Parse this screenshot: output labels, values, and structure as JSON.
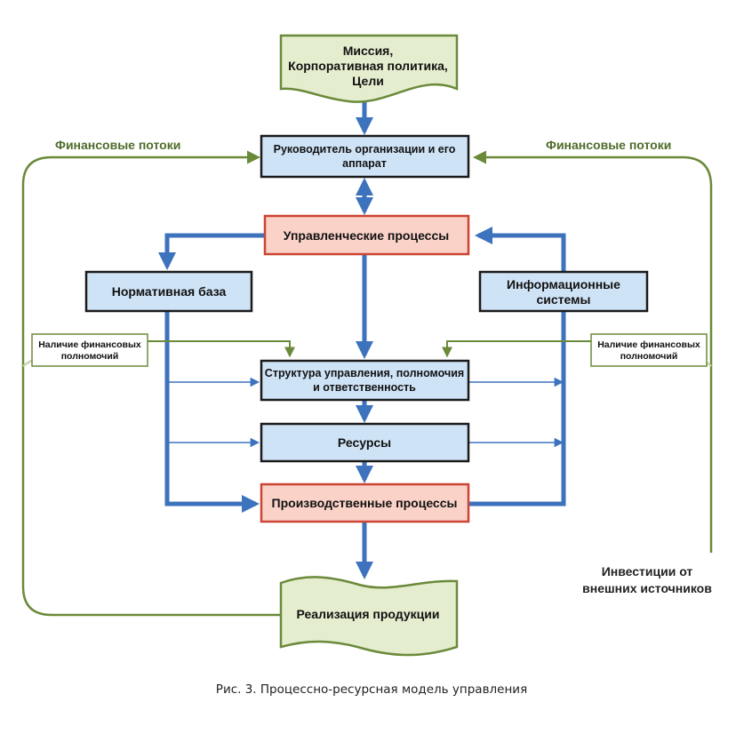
{
  "nodes": {
    "mission": [
      "Миссия,",
      "Корпоративная политика,",
      "Цели"
    ],
    "head": [
      "Руководитель организации и его",
      "аппарат"
    ],
    "management": [
      "Управленческие процессы"
    ],
    "regulatory": [
      "Нормативная база"
    ],
    "info_systems": [
      "Информационные",
      "системы"
    ],
    "structure": [
      "Структура управления, полномочия",
      "и ответственность"
    ],
    "resources": [
      "Ресурсы"
    ],
    "production": [
      "Производственные процессы"
    ],
    "realization": [
      "Реализация продукции"
    ],
    "fin_authority_left": [
      "Наличие финансовых",
      "полномочий"
    ],
    "fin_authority_right": [
      "Наличие финансовых",
      "полномочий"
    ]
  },
  "labels": {
    "fin_flows_left": "Финансовые потоки",
    "fin_flows_right": "Финансовые потоки",
    "investments": [
      "Инвестиции от",
      "внешних источников"
    ]
  },
  "caption": "Рис. 3. Процессно-ресурсная модель управления",
  "colors": {
    "blue_arrow": "#3d72bd",
    "green_line": "#6a8a3a",
    "green_fill": "#e5edcf",
    "blue_fill": "#cfe3f6",
    "red_fill": "#fad2c8",
    "red_border": "#cc4433",
    "dark_border": "#1a1a1a"
  }
}
